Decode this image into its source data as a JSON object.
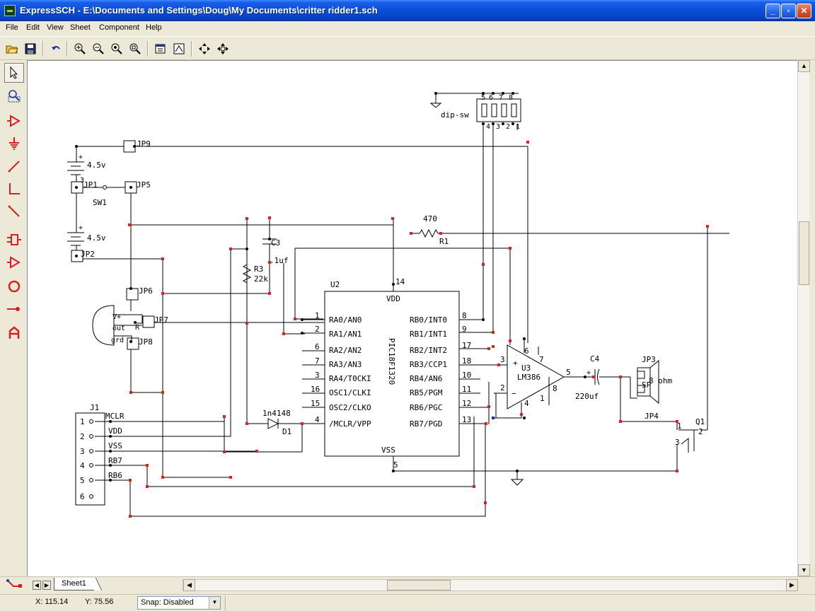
{
  "window": {
    "title": "ExpressSCH - E:\\Documents and Settings\\Doug\\My Documents\\critter ridder1.sch",
    "minimize": "_",
    "maximize": "▫",
    "close": "✕"
  },
  "menu": [
    "File",
    "Edit",
    "View",
    "Sheet",
    "Component",
    "Help"
  ],
  "toolbar": {
    "buttons": [
      "open-icon",
      "save-icon",
      "undo-icon",
      "zoom-in-icon",
      "zoom-out-icon",
      "zoom-fit-icon",
      "zoom-area-icon",
      "properties-icon",
      "sheet-icon",
      "pan-icon",
      "center-icon"
    ]
  },
  "palette": {
    "tools": [
      "select-icon",
      "zoom-select-icon",
      "component-icon",
      "ground-icon",
      "wire-icon",
      "bus-icon",
      "net-label-icon",
      "pin-icon",
      "port-icon",
      "circle-icon",
      "junction-icon",
      "text-icon"
    ]
  },
  "schematic": {
    "components": {
      "dip": "dip-sw",
      "dip_pins_top": [
        "5",
        "6",
        "7",
        "8"
      ],
      "dip_pins_bottom": [
        "4",
        "3",
        "2",
        "1"
      ],
      "jp9": "JP9",
      "jp5": "JP5",
      "jp1": "JP1",
      "jp2": "JP2",
      "jp6": "JP6",
      "jp7": "JP7",
      "jp8": "JP8",
      "jp3": "JP3",
      "jp4": "JP4",
      "bat1": "4.5v",
      "bat2": "4.5v",
      "sw1": "SW1",
      "r1_value": "470",
      "r1": "R1",
      "r3": "R3",
      "r3_value": "22k",
      "c3": "C3",
      "c3_value": ".1uf",
      "u2": "U2",
      "u2_part": "PIC18F1320",
      "u3": "U3",
      "u3_part": "LM386",
      "c4": "C4",
      "c4_value": "220uf",
      "sp": "SP",
      "sp_value": "8 ohm",
      "q1": "Q1",
      "d1": "D1",
      "d1_part": "1n4148",
      "j1": "J1",
      "sensor_pins": [
        "V+",
        "out",
        "grd"
      ],
      "sensor_r": "R"
    },
    "u2_left_pins": [
      {
        "num": "1",
        "name": "RA0/AN0"
      },
      {
        "num": "2",
        "name": "RA1/AN1"
      },
      {
        "num": "6",
        "name": "RA2/AN2"
      },
      {
        "num": "7",
        "name": "RA3/AN3"
      },
      {
        "num": "3",
        "name": "RA4/T0CKI"
      },
      {
        "num": "16",
        "name": "OSC1/CLKI"
      },
      {
        "num": "15",
        "name": "OSC2/CLKO"
      },
      {
        "num": "4",
        "name": "/MCLR/VPP"
      }
    ],
    "u2_right_pins": [
      {
        "num": "8",
        "name": "RB0/INT0"
      },
      {
        "num": "9",
        "name": "RB1/INT1"
      },
      {
        "num": "17",
        "name": "RB2/INT2"
      },
      {
        "num": "18",
        "name": "RB3/CCP1"
      },
      {
        "num": "10",
        "name": "RB4/AN6"
      },
      {
        "num": "11",
        "name": "RB5/PGM"
      },
      {
        "num": "12",
        "name": "RB6/PGC"
      },
      {
        "num": "13",
        "name": "RB7/PGD"
      }
    ],
    "u2_vdd": "VDD",
    "u2_vdd_pin": "14",
    "u2_vss": "VSS",
    "u2_vss_pin": "5",
    "j1_pins": [
      {
        "num": "1",
        "name": "MCLR"
      },
      {
        "num": "2",
        "name": "VDD"
      },
      {
        "num": "3",
        "name": "VSS"
      },
      {
        "num": "4",
        "name": "RB7"
      },
      {
        "num": "5",
        "name": "RB6"
      },
      {
        "num": "6",
        "name": ""
      }
    ],
    "u3_pins": {
      "plus": "+",
      "minus": "−",
      "p3": "3",
      "p2": "2",
      "p6": "6",
      "p7": "7",
      "p4": "4",
      "p5": "5",
      "p8": "8",
      "p1": "1"
    },
    "q1_pins": {
      "p1": "1",
      "p2": "2",
      "p3": "3"
    },
    "jp1_pin": "3",
    "c4_polarity": "+"
  },
  "tabs": {
    "sheet": "Sheet1"
  },
  "status": {
    "x": "X: 115.14",
    "y": "Y: 75.56",
    "snap": "Snap: Disabled"
  },
  "colors": {
    "titlebar": "#0a4fd8",
    "wire": "#000000",
    "node": "#e02020",
    "palette_icon": "#d42020"
  }
}
